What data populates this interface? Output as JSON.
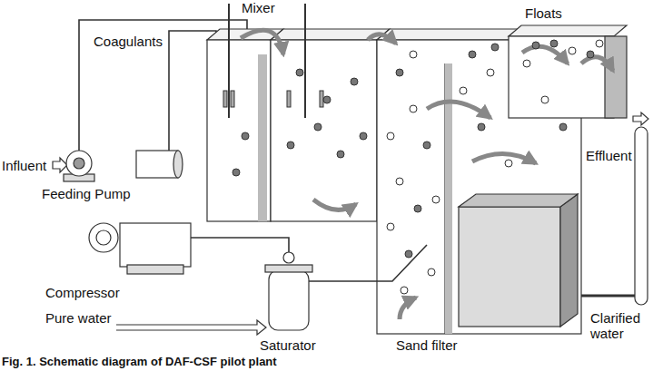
{
  "diagram": {
    "caption": "Fig. 1. Schematic diagram of DAF-CSF pilot plant",
    "labels": [
      "Mixer",
      "Coagulants",
      "Floats",
      "Influent",
      "Effluent",
      "Feeding Pump",
      "Compressor",
      "Pure water",
      "Saturator",
      "Sand filter",
      "Clarified water"
    ]
  }
}
